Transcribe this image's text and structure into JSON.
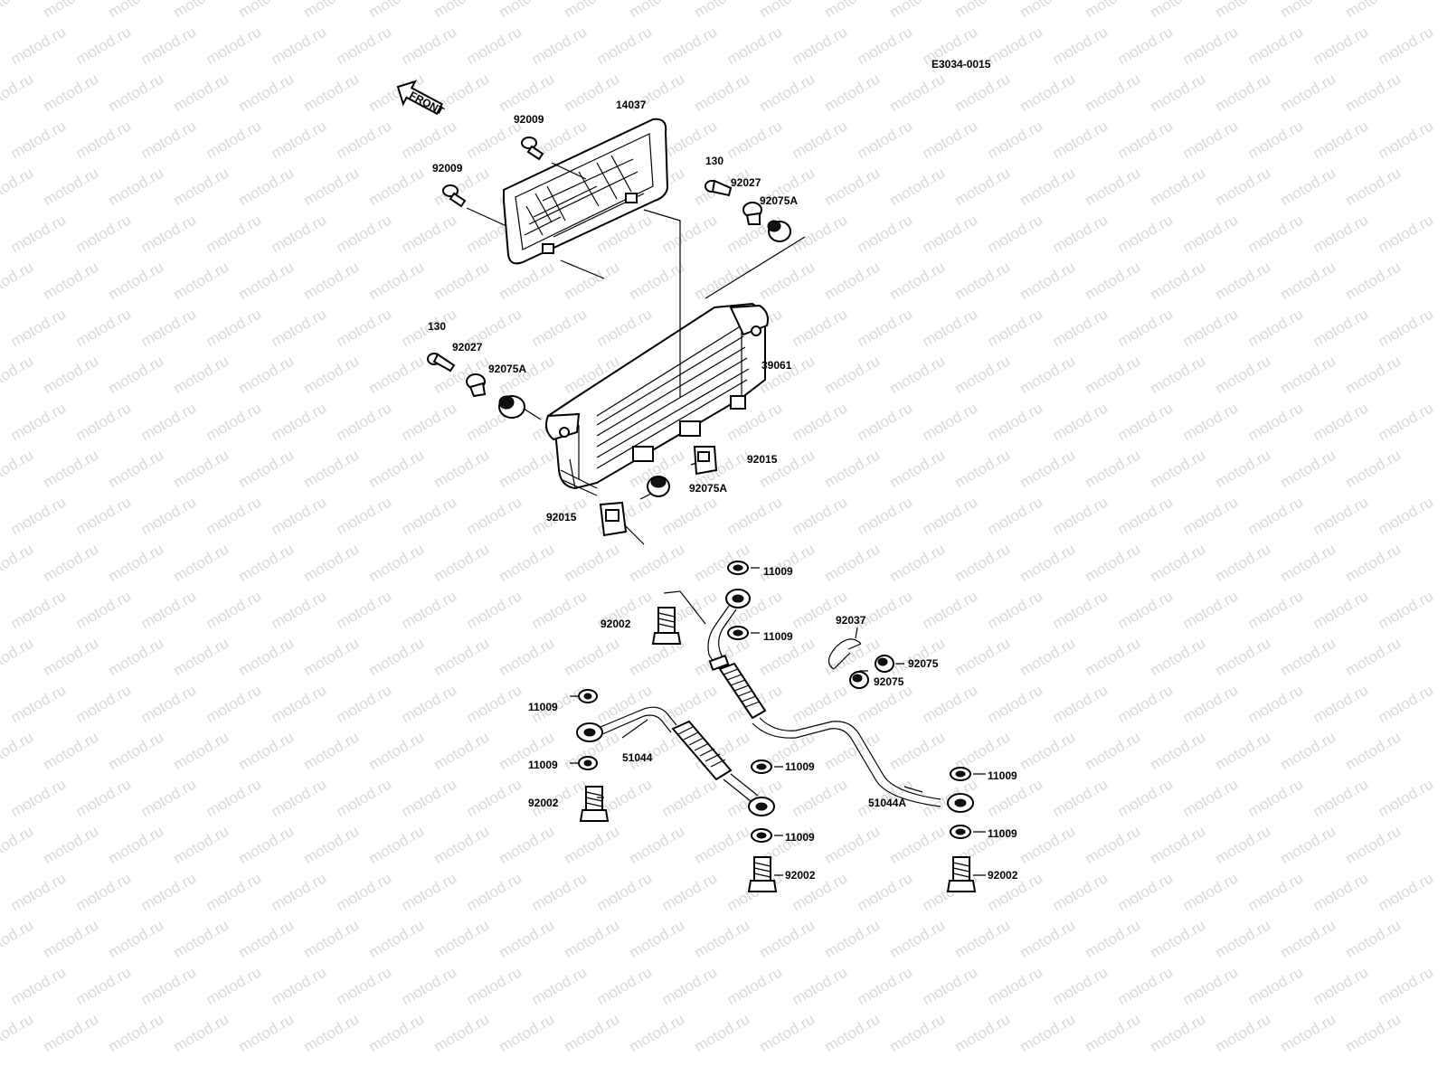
{
  "diagram_code": "E3034-0015",
  "watermark_text": "motod.ru",
  "front_arrow_label": "FRONT",
  "colors": {
    "ink": "#000000",
    "watermark": "#d8d8d8",
    "background": "#ffffff"
  },
  "labels": {
    "l14037": "14037",
    "l92009a": "92009",
    "l92009b": "92009",
    "l130a": "130",
    "l92027a": "92027",
    "l92075Aa": "92075A",
    "l130b": "130",
    "l92027b": "92027",
    "l92075Ab": "92075A",
    "l39061": "39061",
    "l92015a": "92015",
    "l92075Ac": "92075A",
    "l92015b": "92015",
    "l11009a": "11009",
    "l92002a": "92002",
    "l11009b": "11009",
    "l92037": "92037",
    "l92075a": "92075",
    "l92075b": "92075",
    "l11009c": "11009",
    "l51044": "51044",
    "l11009d": "11009",
    "l11009e": "11009",
    "l92002b": "92002",
    "l11009f": "11009",
    "l51044A": "51044A",
    "l11009g": "11009",
    "l11009h": "11009",
    "l92002c": "92002",
    "l92002d": "92002"
  }
}
